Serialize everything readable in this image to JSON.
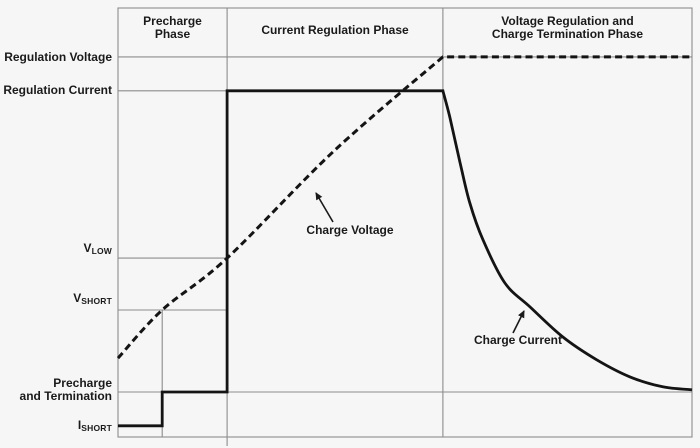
{
  "chart_data": {
    "type": "line",
    "title": "",
    "description": "Battery charge profile: charge voltage and charge current versus time through three charging phases",
    "x_axis": {
      "label": "",
      "range_normalized": [
        0,
        1
      ]
    },
    "y_axis": {
      "label": "",
      "range_normalized": [
        0,
        1
      ],
      "grid": false
    },
    "phases": [
      {
        "name_lines": [
          "Precharge",
          "Phase"
        ],
        "t_start": 0.0,
        "t_end": 0.19
      },
      {
        "name_lines": [
          "Current Regulation Phase"
        ],
        "t_start": 0.19,
        "t_end": 0.566
      },
      {
        "name_lines": [
          "Voltage Regulation and",
          "Charge Termination Phase"
        ],
        "t_start": 0.566,
        "t_end": 1.0
      }
    ],
    "levels": [
      {
        "id": "regulation-voltage",
        "label": "Regulation Voltage",
        "v": 0.886,
        "extent_t": 1.0
      },
      {
        "id": "regulation-current",
        "label": "Regulation Current",
        "v": 0.807,
        "extent_t": 0.566
      },
      {
        "id": "v-low",
        "label_main": "V",
        "label_sub": "LOW",
        "v": 0.417,
        "extent_t": 0.19
      },
      {
        "id": "v-short",
        "label_main": "V",
        "label_sub": "SHORT",
        "v": 0.296,
        "extent_t": 0.19
      },
      {
        "id": "precharge-termination",
        "label_lines": [
          "Precharge",
          "and Termination"
        ],
        "v": 0.105,
        "extent_t": 1.0
      },
      {
        "id": "i-short",
        "label_main": "I",
        "label_sub": "SHORT",
        "v": 0.026,
        "extent_t": 0.077
      }
    ],
    "boundaries": [
      {
        "t": 0.19,
        "tick_below": true
      },
      {
        "t": 0.566,
        "tick_below": false
      }
    ],
    "droplines": [
      {
        "t": 0.077,
        "v_from": 0.296,
        "v_to": 0.0
      }
    ],
    "series": [
      {
        "name": "Charge Voltage",
        "style": "dashed",
        "segments": [
          {
            "type": "smooth",
            "points": [
              [
                0,
                0.184
              ],
              [
                0.077,
                0.296
              ],
              [
                0.19,
                0.417
              ],
              [
                0.378,
                0.669
              ],
              [
                0.566,
                0.886
              ]
            ]
          },
          {
            "type": "line",
            "points": [
              [
                1,
                0.886
              ]
            ]
          }
        ]
      },
      {
        "name": "Charge Current",
        "style": "solid",
        "segments": [
          {
            "type": "line",
            "points": [
              [
                0,
                0.026
              ],
              [
                0.077,
                0.026
              ],
              [
                0.077,
                0.105
              ],
              [
                0.19,
                0.105
              ],
              [
                0.19,
                0.807
              ],
              [
                0.566,
                0.807
              ]
            ]
          },
          {
            "type": "smooth",
            "points": [
              [
                0.578,
                0.746
              ],
              [
                0.596,
                0.639
              ],
              [
                0.613,
                0.545
              ],
              [
                0.636,
                0.459
              ],
              [
                0.674,
                0.359
              ],
              [
                0.718,
                0.303
              ],
              [
                0.775,
                0.233
              ],
              [
                0.834,
                0.18
              ],
              [
                0.892,
                0.14
              ],
              [
                0.949,
                0.117
              ],
              [
                1,
                0.11
              ]
            ]
          }
        ]
      }
    ]
  }
}
